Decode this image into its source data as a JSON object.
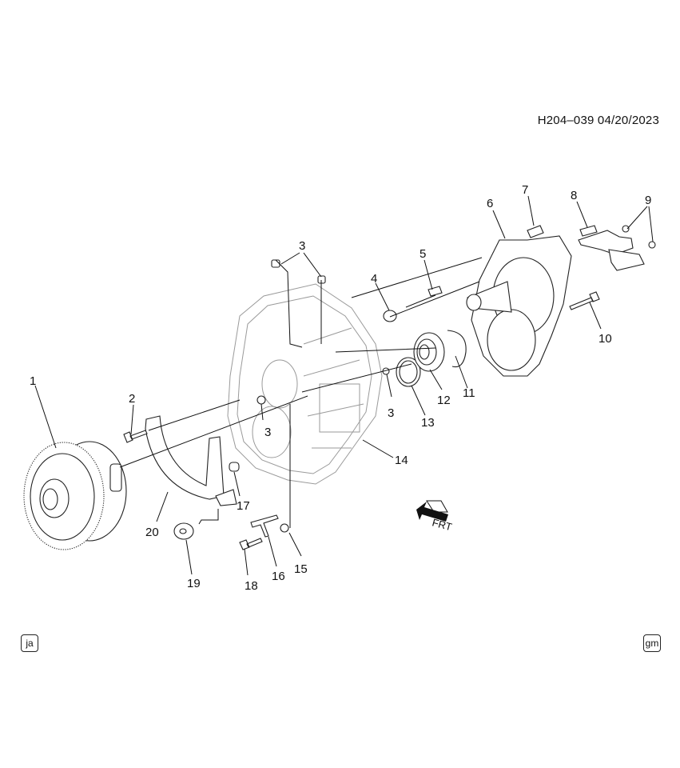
{
  "reference": "H204–039  04/20/2023",
  "callouts": [
    {
      "id": "c1",
      "text": "1"
    },
    {
      "id": "c2",
      "text": "2"
    },
    {
      "id": "c3a",
      "text": "3"
    },
    {
      "id": "c3b",
      "text": "3"
    },
    {
      "id": "c3c",
      "text": "3"
    },
    {
      "id": "c4",
      "text": "4"
    },
    {
      "id": "c5",
      "text": "5"
    },
    {
      "id": "c6",
      "text": "6"
    },
    {
      "id": "c7",
      "text": "7"
    },
    {
      "id": "c8",
      "text": "8"
    },
    {
      "id": "c9",
      "text": "9"
    },
    {
      "id": "c10",
      "text": "10"
    },
    {
      "id": "c11",
      "text": "11"
    },
    {
      "id": "c12",
      "text": "12"
    },
    {
      "id": "c13",
      "text": "13"
    },
    {
      "id": "c14",
      "text": "14"
    },
    {
      "id": "c15",
      "text": "15"
    },
    {
      "id": "c16",
      "text": "16"
    },
    {
      "id": "c17",
      "text": "17"
    },
    {
      "id": "c18",
      "text": "18"
    },
    {
      "id": "c19",
      "text": "19"
    },
    {
      "id": "c20",
      "text": "20"
    }
  ],
  "front_arrow": "FRT",
  "badges": {
    "left": "ja",
    "right": "gm"
  }
}
